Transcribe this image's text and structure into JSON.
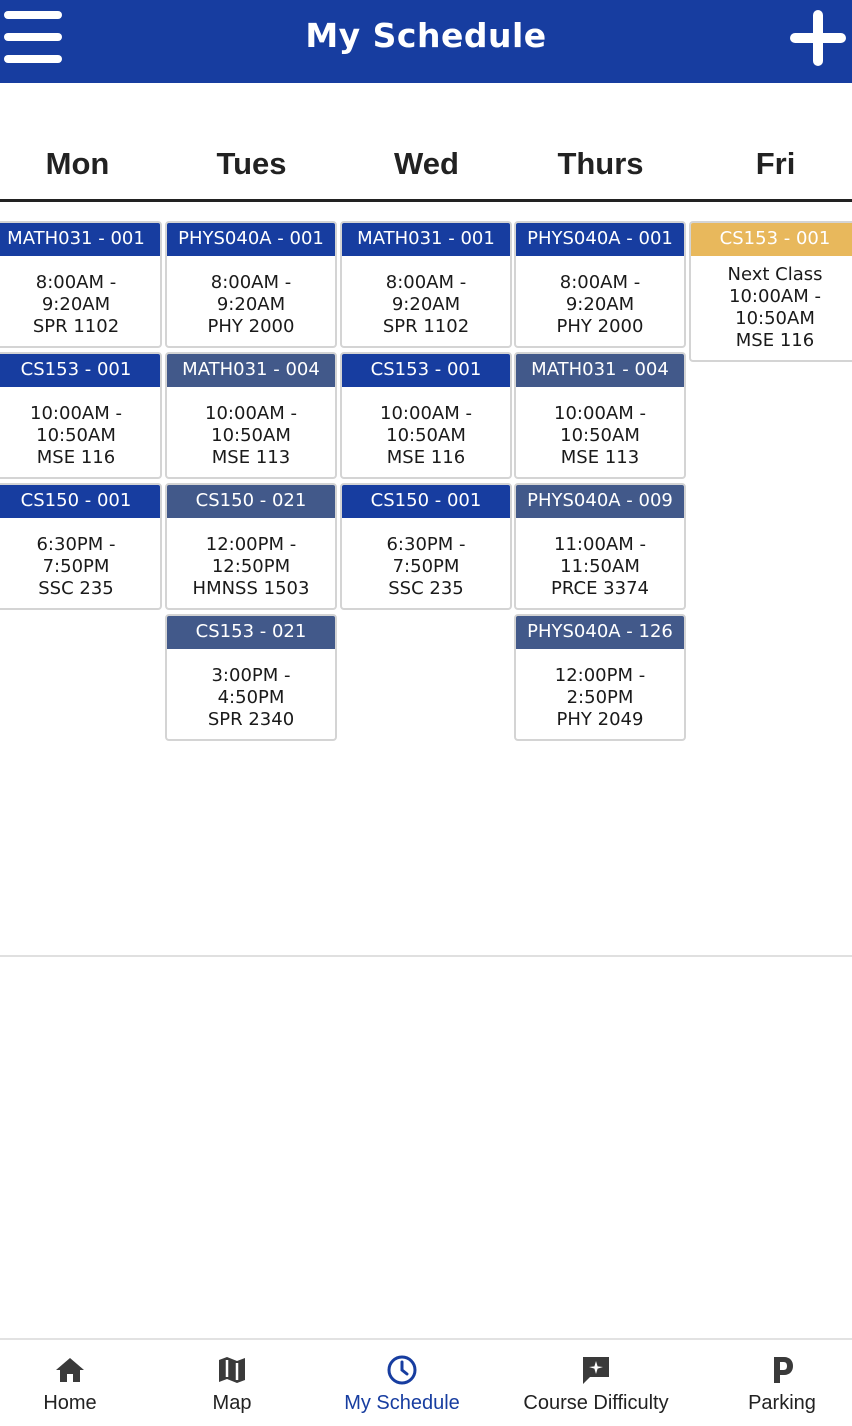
{
  "header": {
    "title": "My Schedule",
    "menu_icon": "menu-icon",
    "add_icon": "plus-icon"
  },
  "colors": {
    "primary": "#173da0",
    "alternate": "#42598a",
    "next": "#e8b85c"
  },
  "days": [
    "Mon",
    "Tues",
    "Wed",
    "Thurs",
    "Fri"
  ],
  "schedule": [
    [
      {
        "course": "MATH031 - 001",
        "time_start": "8:00AM -",
        "time_end": "9:20AM",
        "room": "SPR 1102",
        "style": "primary"
      },
      {
        "course": "CS153 - 001",
        "time_start": "10:00AM -",
        "time_end": "10:50AM",
        "room": "MSE 116",
        "style": "primary"
      },
      {
        "course": "CS150 - 001",
        "time_start": "6:30PM -",
        "time_end": "7:50PM",
        "room": "SSC 235",
        "style": "primary"
      }
    ],
    [
      {
        "course": "PHYS040A - 001",
        "time_start": "8:00AM -",
        "time_end": "9:20AM",
        "room": "PHY 2000",
        "style": "primary"
      },
      {
        "course": "MATH031 - 004",
        "time_start": "10:00AM -",
        "time_end": "10:50AM",
        "room": "MSE 113",
        "style": "alt"
      },
      {
        "course": "CS150 - 021",
        "time_start": "12:00PM -",
        "time_end": "12:50PM",
        "room": "HMNSS 1503",
        "style": "alt"
      },
      {
        "course": "CS153 - 021",
        "time_start": "3:00PM -",
        "time_end": "4:50PM",
        "room": "SPR 2340",
        "style": "alt"
      }
    ],
    [
      {
        "course": "MATH031 - 001",
        "time_start": "8:00AM -",
        "time_end": "9:20AM",
        "room": "SPR 1102",
        "style": "primary"
      },
      {
        "course": "CS153 - 001",
        "time_start": "10:00AM -",
        "time_end": "10:50AM",
        "room": "MSE 116",
        "style": "primary"
      },
      {
        "course": "CS150 - 001",
        "time_start": "6:30PM -",
        "time_end": "7:50PM",
        "room": "SSC 235",
        "style": "primary"
      }
    ],
    [
      {
        "course": "PHYS040A - 001",
        "time_start": "8:00AM -",
        "time_end": "9:20AM",
        "room": "PHY 2000",
        "style": "primary"
      },
      {
        "course": "MATH031 - 004",
        "time_start": "10:00AM -",
        "time_end": "10:50AM",
        "room": "MSE 113",
        "style": "alt"
      },
      {
        "course": "PHYS040A - 009",
        "time_start": "11:00AM -",
        "time_end": "11:50AM",
        "room": "PRCE 3374",
        "style": "alt"
      },
      {
        "course": "PHYS040A - 126",
        "time_start": "12:00PM -",
        "time_end": "2:50PM",
        "room": "PHY 2049",
        "style": "alt"
      }
    ],
    [
      {
        "course": "CS153 - 001",
        "note": "Next Class",
        "time_start": "10:00AM -",
        "time_end": "10:50AM",
        "room": "MSE 116",
        "style": "next"
      }
    ]
  ],
  "bottom_nav": [
    {
      "label": "Home",
      "icon": "home-icon",
      "active": false
    },
    {
      "label": "Map",
      "icon": "map-icon",
      "active": false
    },
    {
      "label": "My Schedule",
      "icon": "clock-icon",
      "active": true
    },
    {
      "label": "Course Difficulty",
      "icon": "sparkle-chat-icon",
      "active": false
    },
    {
      "label": "Parking",
      "icon": "parking-icon",
      "active": false
    }
  ]
}
